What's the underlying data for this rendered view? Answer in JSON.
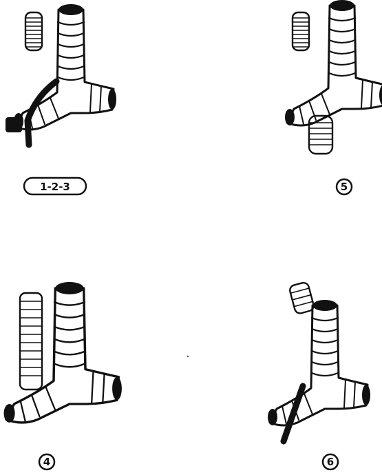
{
  "panels": [
    {
      "label": "1-2-3",
      "label_style": "rounded-box"
    },
    {
      "label": "5",
      "label_style": "circle"
    },
    {
      "label": "4",
      "label_style": "circle"
    },
    {
      "label": "6",
      "label_style": "circle"
    }
  ],
  "colors": {
    "ink": "#111111",
    "background": "#ffffff"
  }
}
